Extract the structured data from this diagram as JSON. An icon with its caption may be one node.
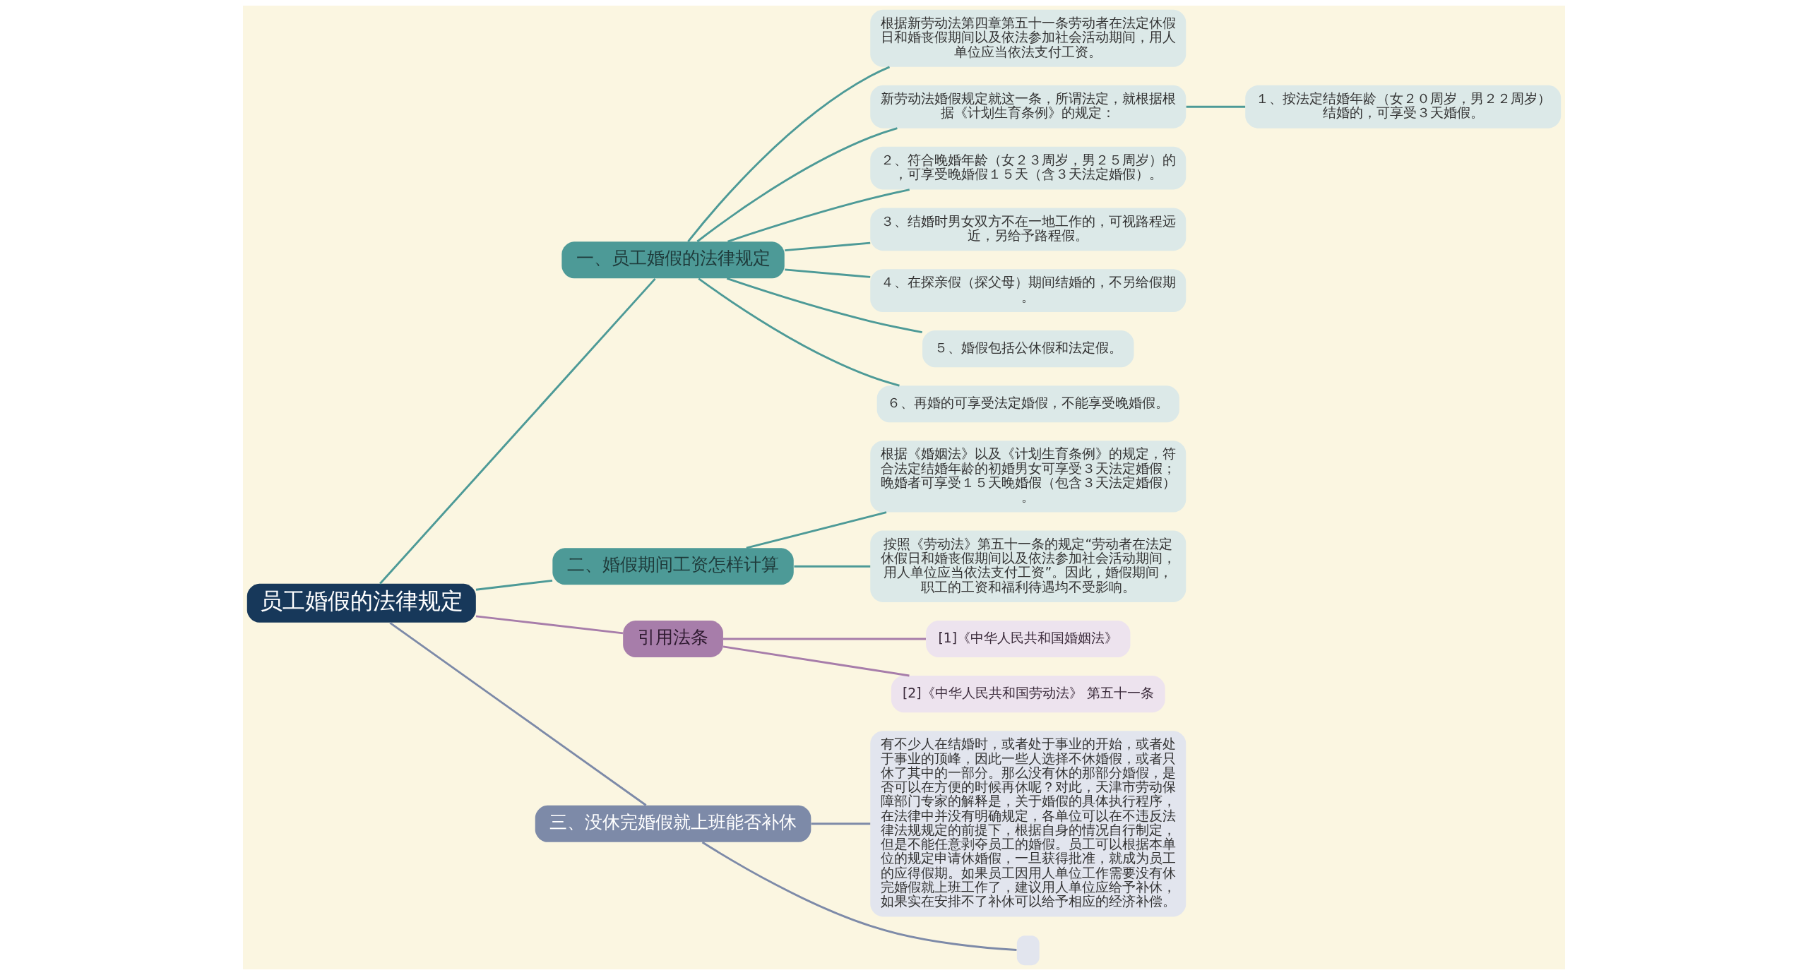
{
  "diagram": {
    "nodes": [
      {
        "text": [
          "员工婚假的法律规定"
        ]
      },
      {
        "text": [
          "一、员工婚假的法律规定"
        ]
      },
      {
        "text": [
          "根据新劳动法第四章第五十一条劳动者在法定休假日和婚丧假期间以及依法参加社会活动期间，用人单位应当依法支付工资。"
        ]
      },
      {
        "text": [
          "新劳动法婚假规定就这一条，所谓法定，就根据根据《计划生育条例》的规定："
        ]
      },
      {
        "text": [
          "１、按法定结婚年龄（女２０周岁，男２２周岁）结婚的，可享受３天婚假。"
        ]
      },
      {
        "text": [
          "２、符合晚婚年龄（女２３周岁，男２５周岁）的，可享受晚婚假１５天（含３天法定婚假）。"
        ]
      },
      {
        "text": [
          "３、结婚时男女双方不在一地工作的，可视路程远近，另给予路程假。"
        ]
      },
      {
        "text": [
          "４、在探亲假（探父母）期间结婚的，不另给假期。"
        ]
      },
      {
        "text": [
          "５、婚假包括公休假和法定假。"
        ]
      },
      {
        "text": [
          "６、再婚的可享受法定婚假，不能享受晚婚假。"
        ]
      },
      {
        "text": [
          "二、婚假期间工资怎样计算"
        ]
      },
      {
        "text": [
          "根据《婚姻法》以及《计划生育条例》的规定，符合法定结婚年龄的初婚男女可享受３天法定婚假；晚婚者可享受１５天晚婚假（包含３天法定婚假）。"
        ]
      },
      {
        "text": [
          "按照《劳动法》第五十一条的规定“劳动者在法定休假日和婚丧假期间以及依法参加社会活动期间，用人单位应当依法支付工资”。因此，婚假期间，职工的工资和福利待遇均不受影响。"
        ]
      },
      {
        "text": [
          "引用法条"
        ]
      },
      {
        "text": [
          "[1]《中华人民共和国婚姻法》"
        ]
      },
      {
        "text": [
          "[2]《中华人民共和国劳动法》 第五十一条"
        ]
      },
      {
        "text": [
          "三、没休完婚假就上班能否补休"
        ]
      },
      {
        "text": [
          "有不少人在结婚时，或者处于事业的开始，或者处于事业的顶峰，因此一些人选择不休婚假，或者只休了其中的一部分。那么没有休的那部分婚假，是否可以在方便的时候再休呢？对此，天津市劳动保障部门专家的解释是，关于婚假的具体执行程序，在法律中并没有明确规定，各单位可以在不违反法律法规规定的前提下，根据自身的情况自行制定，但是不能任意剥夺员工的婚假。员工可以根据本单位的规定申请休婚假，一旦获得批准，就成为员工的应得假期。如果员工因用人单位工作需要没有休完婚假就上班工作了，建议用人单位应给予补休，如果实在安排不了补休可以给予相应的经济补偿。"
        ]
      },
      {
        "text": [],
        "shape": "box"
      }
    ],
    "edges": [
      {
        "from": 0,
        "to": 1,
        "arrow": "none"
      },
      {
        "from": 1,
        "to": 2,
        "arrow": "none"
      },
      {
        "from": 1,
        "to": 3,
        "arrow": "none"
      },
      {
        "from": 3,
        "to": 4,
        "arrow": "none"
      },
      {
        "from": 1,
        "to": 5,
        "arrow": "none"
      },
      {
        "from": 1,
        "to": 6,
        "arrow": "none"
      },
      {
        "from": 1,
        "to": 7,
        "arrow": "none"
      },
      {
        "from": 1,
        "to": 8,
        "arrow": "none"
      },
      {
        "from": 1,
        "to": 9,
        "arrow": "none"
      },
      {
        "from": 0,
        "to": 10,
        "arrow": "none"
      },
      {
        "from": 10,
        "to": 11,
        "arrow": "none"
      },
      {
        "from": 10,
        "to": 12,
        "arrow": "none"
      },
      {
        "from": 0,
        "to": 13,
        "arrow": "none",
        "color": "#a77daa"
      },
      {
        "from": 13,
        "to": 14,
        "arrow": "none",
        "color": "#a77daa"
      },
      {
        "from": 13,
        "to": 15,
        "arrow": "none",
        "color": "#a77daa"
      },
      {
        "from": 0,
        "to": 16,
        "arrow": "none",
        "color": "#7d8aa8"
      },
      {
        "from": 16,
        "to": 17,
        "arrow": "none",
        "color": "#7d8aa8"
      },
      {
        "from": 16,
        "to": 18,
        "arrow": "none",
        "color": "#7d8aa8"
      }
    ]
  }
}
